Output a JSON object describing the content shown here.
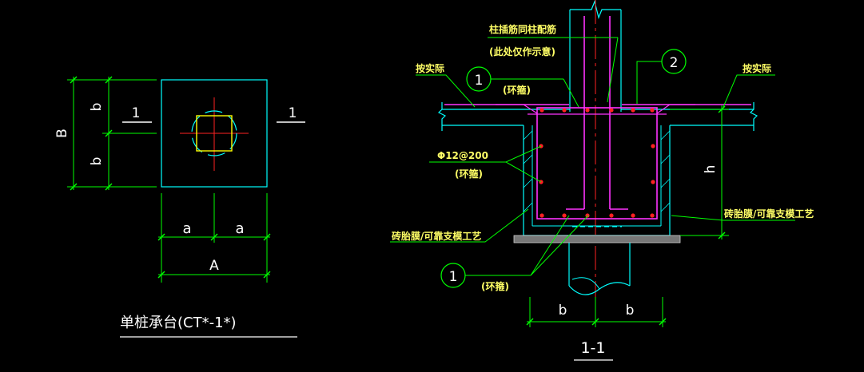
{
  "colors": {
    "background": "#000000",
    "dimension": "#00ff00",
    "outline": "#00ffff",
    "rebar": "#ff33ff",
    "rebar_dot": "#ff2222",
    "center_line": "#ff2222",
    "column": "#ffff00",
    "leader": "#00ff00",
    "label_text": "#ffff66",
    "title_text": "#ffffff"
  },
  "plan": {
    "dim_B": "B",
    "dim_b_top": "b",
    "dim_b_bottom": "b",
    "dim_a_left": "a",
    "dim_a_right": "a",
    "dim_A": "A",
    "section_mark_left": "1",
    "section_mark_right": "1",
    "title": "单桩承台(CT*-1*)"
  },
  "section": {
    "label_column_rebar": "柱插筋同柱配筋",
    "label_column_rebar_note": "(此处仅作示意)",
    "label_depth_left": "按实际",
    "label_depth_right": "按实际",
    "callout_1_top": "1",
    "callout_1_top_note": "(环箍)",
    "callout_2": "2",
    "label_stirrup": "Φ12@200",
    "label_stirrup_note": "(环箍)",
    "label_brick_left": "砖胎膜/可靠支模工艺",
    "label_brick_right": "砖胎膜/可靠支模工艺",
    "callout_1_bottom": "1",
    "callout_1_bottom_note": "(环箍)",
    "dim_h": "h",
    "dim_b_left": "b",
    "dim_b_right": "b",
    "title": "1-1"
  }
}
